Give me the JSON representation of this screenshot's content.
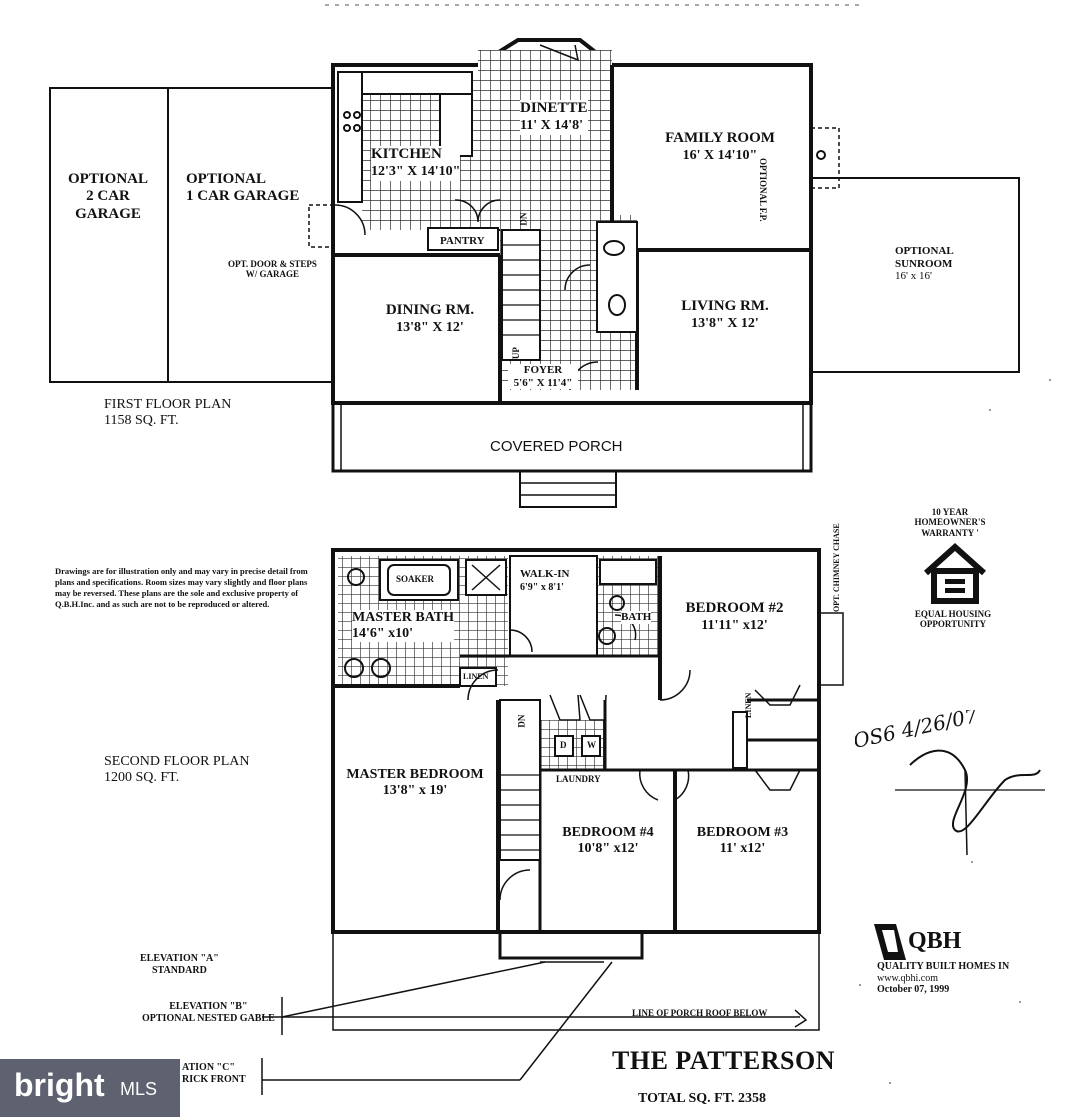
{
  "first_floor": {
    "rooms": [
      {
        "id": "garage2",
        "name": "OPTIONAL",
        "name2": "2 CAR",
        "name3": "GARAGE"
      },
      {
        "id": "garage1",
        "name": "OPTIONAL",
        "name2": "1 CAR GARAGE"
      },
      {
        "id": "kitchen",
        "name": "KITCHEN",
        "dims": "12'3\" X 14'10\""
      },
      {
        "id": "dinette",
        "name": "DINETTE",
        "dims": "11' X 14'8'"
      },
      {
        "id": "family",
        "name": "FAMILY ROOM",
        "dims": "16' X 14'10\""
      },
      {
        "id": "pantry",
        "name": "PANTRY"
      },
      {
        "id": "dining",
        "name": "DINING RM.",
        "dims": "13'8\" X 12'"
      },
      {
        "id": "living",
        "name": "LIVING RM.",
        "dims": "13'8\" X 12'"
      },
      {
        "id": "foyer",
        "name": "FOYER",
        "dims": "5'6\" X 11'4\""
      },
      {
        "id": "porch",
        "name": "COVERED PORCH"
      },
      {
        "id": "sunroom",
        "name": "OPTIONAL",
        "name2": "SUNROOM",
        "dims": "16' x 16'"
      }
    ],
    "notes": {
      "opt_door": "OPT. DOOR & STEPS",
      "opt_door2": "W/ GARAGE",
      "optional_fp": "OPTIONAL F.P.",
      "dn": "DN",
      "up": "UP"
    },
    "caption": "FIRST FLOOR PLAN",
    "sqft": "1158 SQ. FT."
  },
  "second_floor": {
    "rooms": [
      {
        "id": "soaker",
        "name": "SOAKER"
      },
      {
        "id": "walkin",
        "name": "WALK-IN",
        "dims": "6'9\" x 8'1'"
      },
      {
        "id": "masterbath",
        "name": "MASTER BATH",
        "dims": "14'6\" x10'"
      },
      {
        "id": "bath",
        "name": "BATH"
      },
      {
        "id": "bed2",
        "name": "BEDROOM #2",
        "dims": "11'11\" x12'"
      },
      {
        "id": "masterbed",
        "name": "MASTER BEDROOM",
        "dims": "13'8\" x 19'"
      },
      {
        "id": "bed4",
        "name": "BEDROOM #4",
        "dims": "10'8\" x12'"
      },
      {
        "id": "bed3",
        "name": "BEDROOM #3",
        "dims": "11' x12'"
      },
      {
        "id": "laundry",
        "name": "LAUNDRY"
      }
    ],
    "notes": {
      "linen": "LINEN",
      "linen2": "LINEN",
      "dn": "DN",
      "d": "D",
      "w": "W",
      "chimney": "OPT. CHIMNEY CHASE",
      "porch_roof": "LINE OF PORCH ROOF BELOW"
    },
    "caption": "SECOND FLOOR PLAN",
    "sqft": "1200 SQ. FT."
  },
  "disclaimer": "Drawings are for illustration only and may vary in precise detail from plans and specifications. Room sizes may vary slightly and floor plans may be reversed. These plans are the sole and exclusive property of Q.B.H.Inc. and as such are not to be reproduced or altered.",
  "warranty": {
    "line1": "10 YEAR",
    "line2": "HOMEOWNER'S",
    "line3": "WARRANTY '"
  },
  "equal_housing": {
    "line1": "EQUAL HOUSING",
    "line2": "OPPORTUNITY"
  },
  "elevations": {
    "a": "ELEVATION \"A\"",
    "a_sub": "STANDARD",
    "b": "ELEVATION \"B\"",
    "b_sub": "OPTIONAL NESTED GABLE",
    "c": "ATION \"C\"",
    "c_sub": "RICK FRONT"
  },
  "company": {
    "logo": "QBH",
    "name": "QUALITY BUILT HOMES IN",
    "web": "www.qbhi.com",
    "date": "October 07, 1999"
  },
  "title": "THE PATTERSON",
  "total": "TOTAL SQ. FT. 2358",
  "watermark": {
    "brand": "bright",
    "mls": "MLS"
  },
  "signature": {
    "text": "OS6 4/26/07"
  },
  "colors": {
    "ink": "#111111",
    "grid": "#555555",
    "watermark_bg": "#5d6170"
  }
}
